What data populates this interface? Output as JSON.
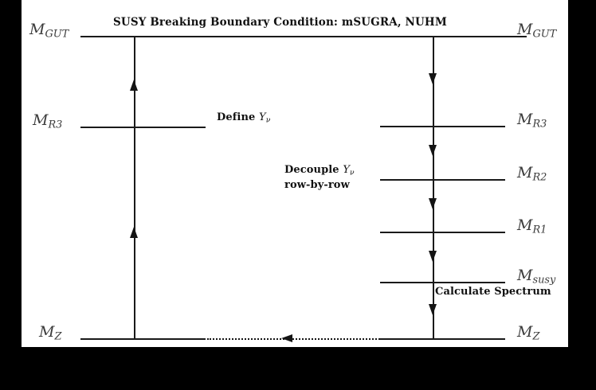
{
  "figure": {
    "title": "SUSY Breaking Boundary Condition: mSUGRA, NUHM",
    "background_color": "#ffffff",
    "frame_color": "#000000",
    "line_color": "#1a1a1a",
    "label_color": "#3c3c3c"
  },
  "left_column": {
    "scale_labels": [
      {
        "key": "m_gut",
        "text": "M",
        "sub": "GUT"
      },
      {
        "key": "m_r3",
        "text": "M",
        "sub": "R3"
      },
      {
        "key": "m_z",
        "text": "M",
        "sub": "Z"
      }
    ]
  },
  "right_column": {
    "scale_labels": [
      {
        "key": "m_gut",
        "text": "M",
        "sub": "GUT"
      },
      {
        "key": "m_r3",
        "text": "M",
        "sub": "R3"
      },
      {
        "key": "m_r2",
        "text": "M",
        "sub": "R2"
      },
      {
        "key": "m_r1",
        "text": "M",
        "sub": "R1"
      },
      {
        "key": "m_susy",
        "text": "M",
        "sub": "susy"
      },
      {
        "key": "m_z",
        "text": "M",
        "sub": "Z"
      }
    ]
  },
  "annotations": {
    "define_ynu": {
      "prefix": "Define ",
      "symbol": "Y",
      "symbol_sub": "ν"
    },
    "decouple_line1": {
      "prefix": "Decouple ",
      "symbol": "Y",
      "symbol_sub": "ν"
    },
    "decouple_line2": "row-by-row",
    "calculate_spectrum": "Calculate Spectrum"
  },
  "flow": {
    "left_direction": "up",
    "right_direction": "down",
    "feedback_direction": "left",
    "feedback_style": "dotted"
  }
}
